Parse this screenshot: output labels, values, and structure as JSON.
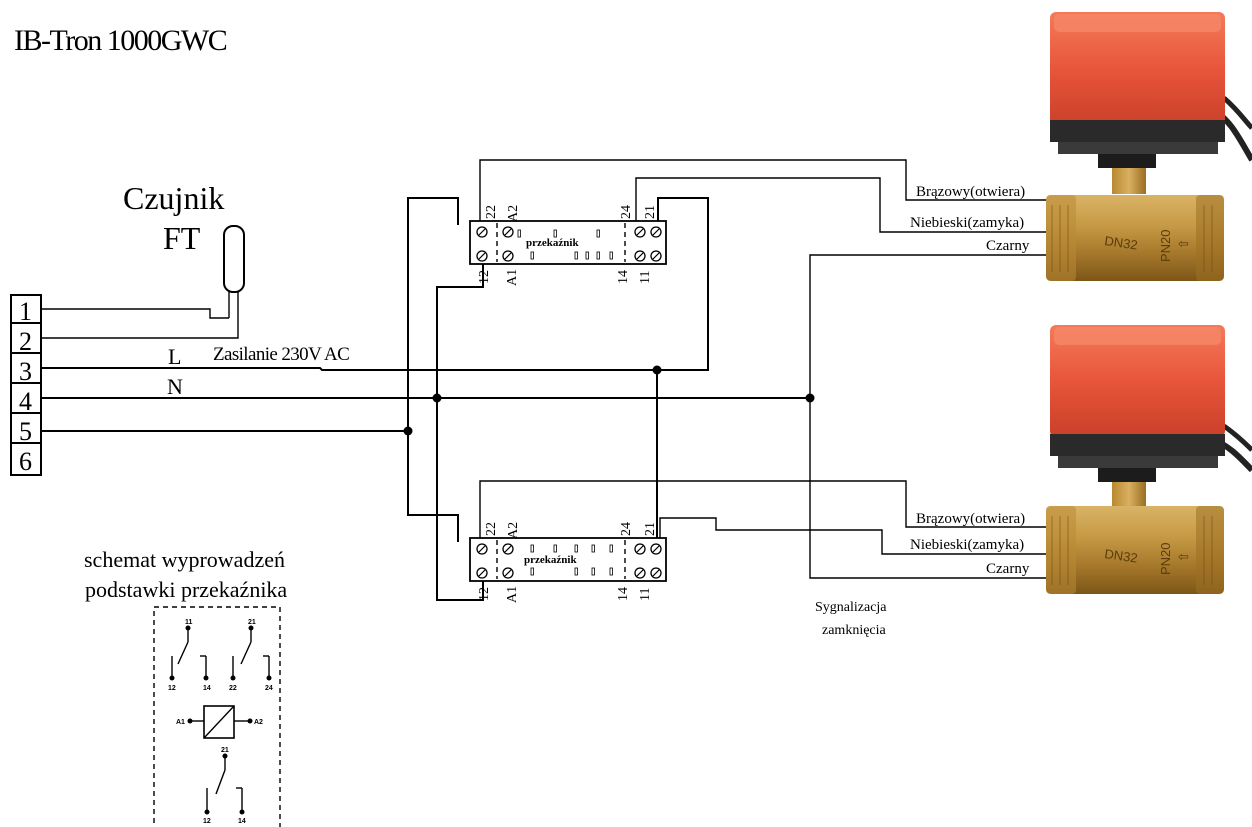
{
  "title": "IB-Tron 1000GWC",
  "sensor": {
    "line1": "Czujnik",
    "line2": "FT"
  },
  "terminals": [
    "1",
    "2",
    "3",
    "4",
    "5",
    "6"
  ],
  "lines": {
    "L": "L",
    "N": "N",
    "supply": "Zasilanie 230V AC"
  },
  "relays": [
    {
      "label": "przekaźnik",
      "pins_top": [
        "22",
        "A2",
        "24",
        "21"
      ],
      "pins_bottom": [
        "12",
        "A1",
        "14",
        "11"
      ]
    },
    {
      "label": "przekaźnik",
      "pins_top": [
        "22",
        "A2",
        "24",
        "21"
      ],
      "pins_bottom": [
        "12",
        "A1",
        "14",
        "11"
      ]
    }
  ],
  "valves": [
    {
      "wires": [
        "Brązowy(otwiera)",
        "Niebieski(zamyka)",
        "Czarny"
      ],
      "body_mark": "DN32",
      "side_mark": "PN20"
    },
    {
      "wires": [
        "Brązowy(otwiera)",
        "Niebieski(zamyka)",
        "Czarny"
      ],
      "body_mark": "DN32",
      "side_mark": "PN20"
    }
  ],
  "signal": {
    "line1": "Sygnalizacja",
    "line2": "zamknięcia"
  },
  "schematic": {
    "title_line1": "schemat wyprowadzeń",
    "title_line2": "podstawki przekaźnika",
    "pins": [
      "11",
      "21",
      "12",
      "14",
      "22",
      "24",
      "A1",
      "A2",
      "21",
      "12",
      "14"
    ]
  },
  "colors": {
    "actuator": "#e8553a",
    "actuator_top": "#f26b4c",
    "brass": "#b0812e",
    "wire": "#000000"
  }
}
